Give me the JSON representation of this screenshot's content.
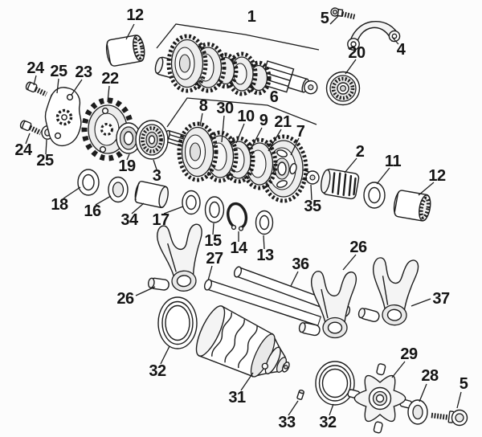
{
  "figure": {
    "kind": "exploded-parts-diagram",
    "colors": {
      "ink": "#1c1c1c",
      "paper": "#fcfcfc",
      "shade_light": "#ededed",
      "shade_mid": "#d7d7d7"
    }
  },
  "callouts": [
    {
      "text": "12"
    },
    {
      "text": "1"
    },
    {
      "text": "5"
    },
    {
      "text": "4"
    },
    {
      "text": "20"
    },
    {
      "text": "24"
    },
    {
      "text": "25"
    },
    {
      "text": "23"
    },
    {
      "text": "22"
    },
    {
      "text": "8"
    },
    {
      "text": "30"
    },
    {
      "text": "6"
    },
    {
      "text": "10"
    },
    {
      "text": "9"
    },
    {
      "text": "21"
    },
    {
      "text": "7"
    },
    {
      "text": "24"
    },
    {
      "text": "25"
    },
    {
      "text": "19"
    },
    {
      "text": "3"
    },
    {
      "text": "2"
    },
    {
      "text": "11"
    },
    {
      "text": "12"
    },
    {
      "text": "35"
    },
    {
      "text": "18"
    },
    {
      "text": "16"
    },
    {
      "text": "34"
    },
    {
      "text": "17"
    },
    {
      "text": "15"
    },
    {
      "text": "14"
    },
    {
      "text": "13"
    },
    {
      "text": "27"
    },
    {
      "text": "26"
    },
    {
      "text": "36"
    },
    {
      "text": "26"
    },
    {
      "text": "37"
    },
    {
      "text": "32"
    },
    {
      "text": "31"
    },
    {
      "text": "29"
    },
    {
      "text": "33"
    },
    {
      "text": "32"
    },
    {
      "text": "28"
    },
    {
      "text": "5"
    }
  ]
}
